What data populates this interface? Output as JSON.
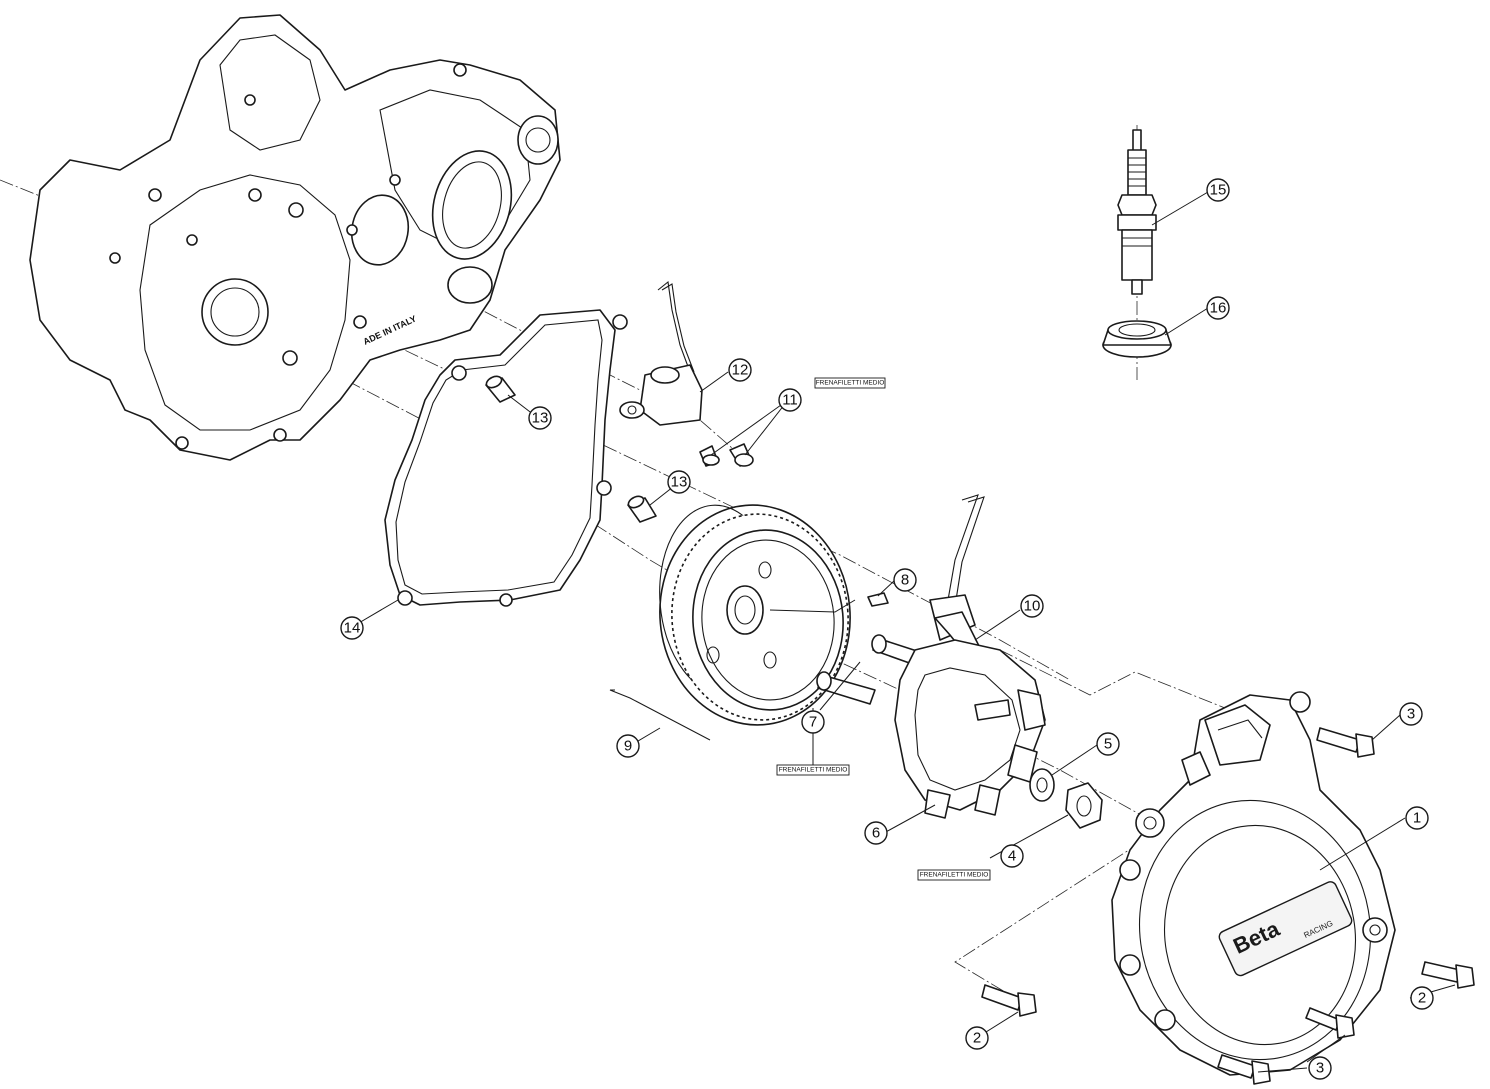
{
  "callouts": [
    {
      "id": "c1",
      "label": "1"
    },
    {
      "id": "c2a",
      "label": "2"
    },
    {
      "id": "c2b",
      "label": "2"
    },
    {
      "id": "c3a",
      "label": "3"
    },
    {
      "id": "c3b",
      "label": "3"
    },
    {
      "id": "c4",
      "label": "4"
    },
    {
      "id": "c5",
      "label": "5"
    },
    {
      "id": "c6",
      "label": "6"
    },
    {
      "id": "c7",
      "label": "7"
    },
    {
      "id": "c8",
      "label": "8"
    },
    {
      "id": "c9",
      "label": "9"
    },
    {
      "id": "c10",
      "label": "10"
    },
    {
      "id": "c11",
      "label": "11"
    },
    {
      "id": "c12",
      "label": "12"
    },
    {
      "id": "c13a",
      "label": "13"
    },
    {
      "id": "c13b",
      "label": "13"
    },
    {
      "id": "c14",
      "label": "14"
    },
    {
      "id": "c15",
      "label": "15"
    },
    {
      "id": "c16",
      "label": "16"
    }
  ],
  "notes": {
    "n11": "FRENAFILETTI MEDIO",
    "n7": "FRENAFILETTI MEDIO",
    "n4": "FRENAFILETTI MEDIO"
  },
  "stamps": {
    "made_in": "ADE IN ITALY",
    "logo": "Beta",
    "logo_sub": "RACING"
  }
}
